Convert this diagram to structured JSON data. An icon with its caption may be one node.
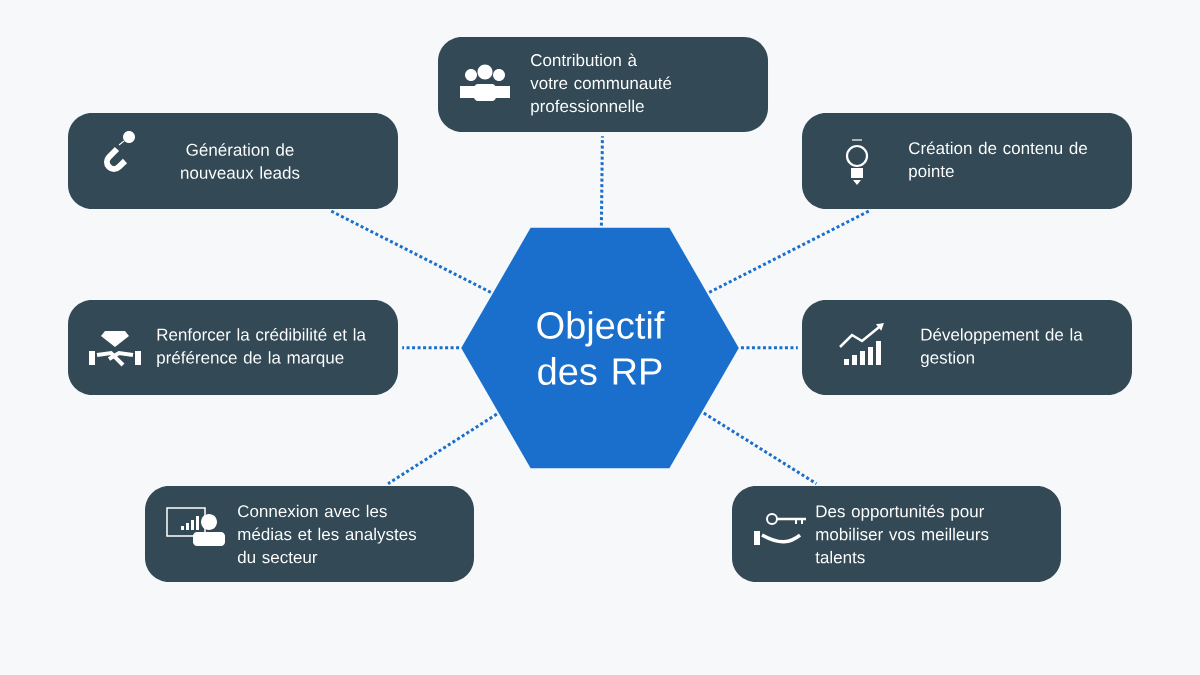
{
  "diagram": {
    "nodes": [
      {
        "text": [
          "Objectif des RP"
        ]
      },
      {
        "text": [
          "Contribution à votre communauté professionnelle"
        ]
      },
      {
        "text": [
          "Génération de nouveaux leads"
        ]
      },
      {
        "text": [
          "Création de contenu de pointe"
        ]
      },
      {
        "text": [
          "Renforcer la crédibilité et la préférence de la marque"
        ]
      },
      {
        "text": [
          "Développement de la gestion"
        ]
      },
      {
        "text": [
          "Connexion avec les médias et les analystes du secteur"
        ]
      },
      {
        "text": [
          "Des opportunités pour mobiliser vos meilleurs talents"
        ]
      }
    ],
    "edges": [
      {
        "from": 0,
        "to": 1,
        "arrow": "none"
      },
      {
        "from": 0,
        "to": 2,
        "arrow": "none"
      },
      {
        "from": 0,
        "to": 3,
        "arrow": "none"
      },
      {
        "from": 0,
        "to": 4,
        "arrow": "none"
      },
      {
        "from": 0,
        "to": 5,
        "arrow": "none"
      },
      {
        "from": 0,
        "to": 6,
        "arrow": "none"
      },
      {
        "from": 0,
        "to": 7,
        "arrow": "none"
      }
    ]
  }
}
